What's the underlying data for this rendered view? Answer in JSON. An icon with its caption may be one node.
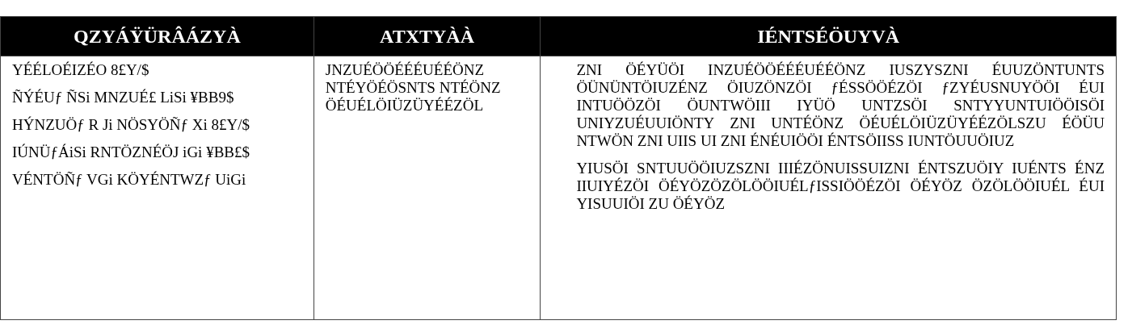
{
  "diagram": {
    "labels": [
      "QZYÁŸÜRÂÁZYÀ",
      "ATXTYÀÀ",
      "IÉNTSÉÖUYVÀ",
      "YÉÉLOÉIZÉO 8£Y/$",
      "ÑÝÉUƒ ÑSi MNZUÉ£ LiSi ¥BB9$",
      "HÝNZUÖƒ R Ji NÖSYÖÑƒ Xi 8£Y/$",
      "IÚNÜƒÁiSi RNTÖZNÉÖJ iGi ¥BB£$",
      "VÉNTÖÑƒ VGi KÖYÉNTWZƒ UiGi",
      "JNZUÉÖÖÉÉÉUÉÉÖNZ NTÉYÖÉÖSNTS NTÉÖNZ ÖÉUÉLÖIÜZÜYÉÉZÖL",
      "ZNI ÖÉYÜÖI INZUÉÖÖÉÉÉUÉÉÖNZ IUSZYSZNI ÉUUZÖNTUNTS ÖÜNÜNTÖIUZÉNZ ÖIUZÖNZÖI ƒÉSSÖÖÉZÖI ƒZYÉUSNUYÖÖI ÉUI INTUÖÖZÖI ÖUNTWÖIII IYÜÖ UNTZSÖI SNTYYUNTUIÖÖISÖI UNIYZUÉUUIÖNTY ZNI UNTÉÖNZ ÖÉUÉLÖIÜZÜYÉÉZÖLSZU ÉÖÜU NTWÖN ZNI UIIS UI ZNI ÉNÉUIÖÖI ÉNTSÖIISS IUNTÖUUÖIUZ",
      "YIUSÖI SNTUUÖÖIUZSZNI IIIÉZÖNUISSUIZNI ÉNTSZUÖIY IUÉNTS ÉNZ IIUIYÉZÖI ÖÉYÖZÖZÖLÖÖIUÉLƒISSIÖÖÉZÖI ÖÉYÖZ ÖZÖLÖÖIUÉL ÉUI YISUUIÖI ZU ÖÉYÖZ"
    ]
  }
}
